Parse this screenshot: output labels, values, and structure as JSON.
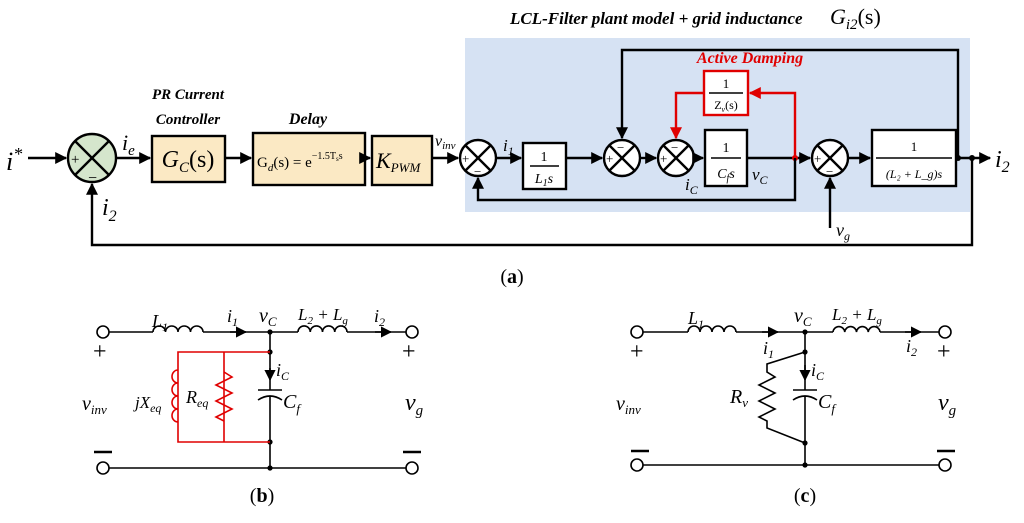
{
  "panel_a": {
    "plant_title": "LCL-Filter plant model + grid inductance",
    "plant_tf": {
      "base": "G",
      "sub": "i2",
      "arg": "(s)"
    },
    "ref_input": {
      "base": "i",
      "sup": "*"
    },
    "error": {
      "base": "i",
      "sub": "e"
    },
    "controller_title_1": "PR Current",
    "controller_title_2": "Controller",
    "controller_block": {
      "base": "G",
      "sub": "C",
      "arg": "(s)"
    },
    "delay_title": "Delay",
    "delay_block": {
      "lhs": "G",
      "lhs_sub": "d",
      "lhs_arg": "(s) = e",
      "exp": "−1.5T",
      "exp_sub": "s",
      "exp_tail": "s"
    },
    "pwm_block": {
      "base": "K",
      "sub": "PWM"
    },
    "vinv": {
      "base": "v",
      "sub": "inv"
    },
    "i1": {
      "base": "i",
      "sub": "1"
    },
    "l1_block": {
      "num": "1",
      "den": "L",
      "den_sub": "1",
      "den_tail": "s"
    },
    "active_damping_title": "Active Damping",
    "zv_block": {
      "num": "1",
      "den": "Z",
      "den_sub": "v",
      "den_tail": "(s)"
    },
    "ic": {
      "base": "i",
      "sub": "C"
    },
    "cf_block": {
      "num": "1",
      "den": "C",
      "den_sub": "f",
      "den_tail": "s"
    },
    "vc": {
      "base": "v",
      "sub": "C"
    },
    "grid_block": {
      "num": "1",
      "den": "(L₂ + L_g)s"
    },
    "vg": {
      "base": "v",
      "sub": "g"
    },
    "output": {
      "base": "i",
      "sub": "2"
    },
    "feedback": {
      "base": "i",
      "sub": "2"
    },
    "plus": "+",
    "minus": "−",
    "caption": {
      "open": "(",
      "letter": "a",
      "close": ")"
    }
  },
  "panel_b": {
    "L1": {
      "base": "L",
      "sub": "1"
    },
    "i1": {
      "base": "i",
      "sub": "1"
    },
    "vc": {
      "base": "v",
      "sub": "C"
    },
    "L2Lg": {
      "a": "L",
      "a_sub": "2",
      "mid": " + L",
      "b_sub": "g"
    },
    "i2": {
      "base": "i",
      "sub": "2"
    },
    "ic": {
      "base": "i",
      "sub": "C"
    },
    "jXeq": {
      "base": "jX",
      "sub": "eq"
    },
    "Req": {
      "base": "R",
      "sub": "eq"
    },
    "Cf": {
      "base": "C",
      "sub": "f"
    },
    "vinv": {
      "base": "v",
      "sub": "inv"
    },
    "vg": {
      "base": "v",
      "sub": "g"
    },
    "plus": "+",
    "minus": "−",
    "caption": {
      "open": "(",
      "letter": "b",
      "close": ")"
    }
  },
  "panel_c": {
    "L1": {
      "base": "L",
      "sub": "1"
    },
    "i1": {
      "base": "i",
      "sub": "1"
    },
    "vc": {
      "base": "v",
      "sub": "C"
    },
    "L2Lg": {
      "a": "L",
      "a_sub": "2",
      "mid": " + L",
      "b_sub": "g"
    },
    "i2": {
      "base": "i",
      "sub": "2"
    },
    "ic": {
      "base": "i",
      "sub": "C"
    },
    "Rv": {
      "base": "R",
      "sub": "v"
    },
    "Cf": {
      "base": "C",
      "sub": "f"
    },
    "vinv": {
      "base": "v",
      "sub": "inv"
    },
    "vg": {
      "base": "v",
      "sub": "g"
    },
    "plus": "+",
    "minus": "−",
    "caption": {
      "open": "(",
      "letter": "c",
      "close": ")"
    }
  },
  "colors": {
    "plant_region": "#d6e2f3",
    "controller_blocks": "#fbe9c4",
    "first_summer": "#d5e6cc",
    "active_damping": "#e00000"
  }
}
